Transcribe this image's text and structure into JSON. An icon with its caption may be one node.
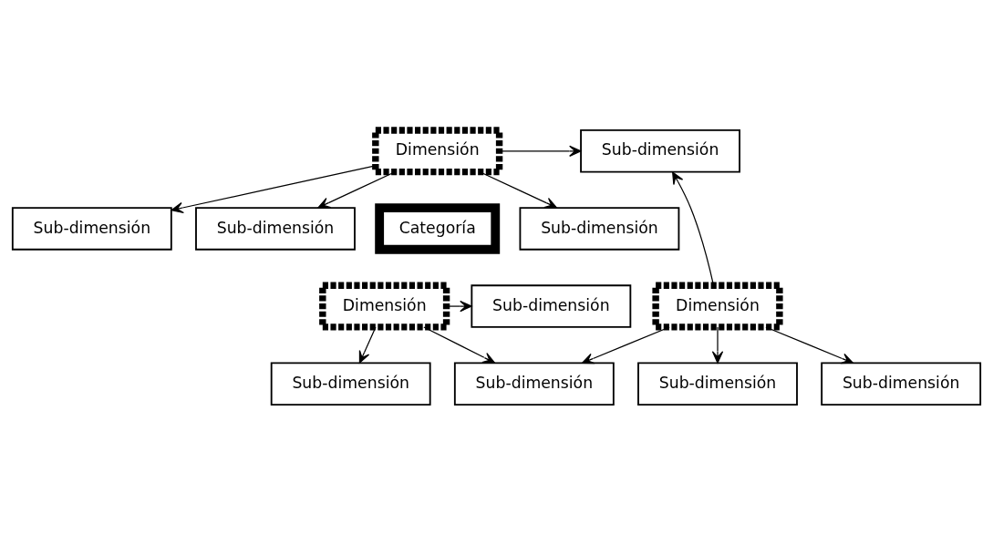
{
  "diagram": {
    "nodes": [
      {
        "text": [
          "Sub-dimensión"
        ]
      },
      {
        "text": [
          "Sub-dimensión"
        ]
      },
      {
        "text": [
          "Sub-dimensión"
        ]
      },
      {
        "text": [
          "Dimensión"
        ]
      },
      {
        "text": [
          "Sub-dimensión"
        ]
      },
      {
        "text": [
          "Categoría"
        ]
      },
      {
        "text": [
          "Dimensión"
        ]
      },
      {
        "text": [
          "Dimensión"
        ]
      },
      {
        "text": [
          "Sub-dimensión"
        ]
      },
      {
        "text": [
          "Sub-dimensión"
        ]
      },
      {
        "text": [
          "Sub-dimensión"
        ]
      },
      {
        "text": [
          "Sub-dimensión"
        ]
      },
      {
        "text": [
          "Sub-dimensión"
        ]
      }
    ],
    "edges": [
      {
        "from": 3,
        "to": 0,
        "arrow": "to"
      },
      {
        "from": 3,
        "to": 1,
        "arrow": "to"
      },
      {
        "from": 3,
        "to": 2,
        "arrow": "to"
      },
      {
        "from": 3,
        "to": 4,
        "arrow": "to"
      },
      {
        "from": 6,
        "to": 4,
        "arrow": "to"
      },
      {
        "from": 6,
        "to": 9,
        "arrow": "to"
      },
      {
        "from": 6,
        "to": 10,
        "arrow": "to"
      },
      {
        "from": 6,
        "to": 11,
        "arrow": "to"
      },
      {
        "from": 7,
        "to": 11,
        "arrow": "to"
      },
      {
        "from": 7,
        "to": 8,
        "arrow": "to"
      },
      {
        "from": 7,
        "to": 12,
        "arrow": "to"
      }
    ]
  }
}
